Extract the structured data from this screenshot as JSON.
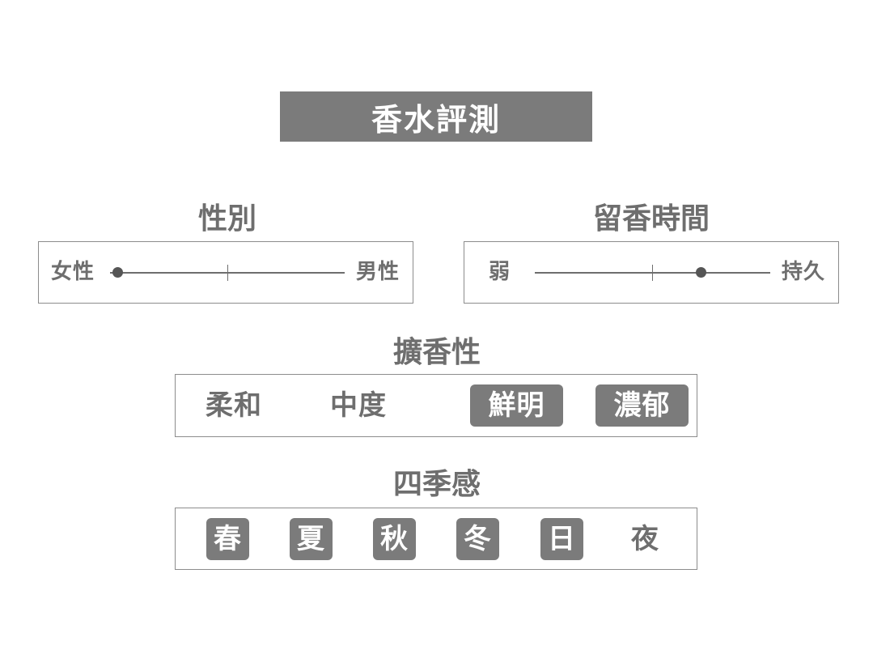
{
  "header": {
    "title": "香水評測"
  },
  "gender": {
    "title": "性別",
    "left_label": "女性",
    "right_label": "男性",
    "value": 0.0
  },
  "longevity": {
    "title": "留香時間",
    "left_label": "弱",
    "right_label": "持久",
    "value": 0.72
  },
  "sillage": {
    "title": "擴香性",
    "options": [
      {
        "label": "柔和",
        "selected": false
      },
      {
        "label": "中度",
        "selected": false
      },
      {
        "label": "鮮明",
        "selected": true
      },
      {
        "label": "濃郁",
        "selected": true
      }
    ]
  },
  "season": {
    "title": "四季感",
    "options": [
      {
        "label": "春",
        "selected": true
      },
      {
        "label": "夏",
        "selected": true
      },
      {
        "label": "秋",
        "selected": true
      },
      {
        "label": "冬",
        "selected": true
      },
      {
        "label": "日",
        "selected": true
      },
      {
        "label": "夜",
        "selected": false
      }
    ]
  },
  "colors": {
    "accent": "#7b7b7b",
    "text": "#6e6e6e",
    "border": "#8c8c8c",
    "knob": "#555555"
  }
}
